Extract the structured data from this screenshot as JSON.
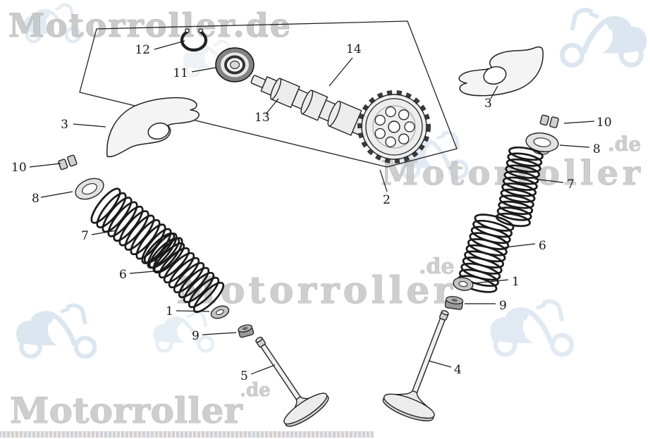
{
  "page": {
    "background": "#ffffff"
  },
  "watermarks": {
    "title_top": "Motorroller.de",
    "brand": "Motorroller",
    "suffix": ".de",
    "text_color": "#c6c6c6",
    "outline_color": "#9a9a9a",
    "scooter_color": "#b9cfe3"
  },
  "diagram": {
    "line_color": "#1c1c1c",
    "labels": {
      "n1": "1",
      "n2": "2",
      "n3": "3",
      "n4": "4",
      "n5": "5",
      "n6": "6",
      "n7": "7",
      "n8": "8",
      "n9": "9",
      "n10": "10",
      "n11": "11",
      "n12": "12",
      "n13": "13",
      "n14": "14"
    }
  }
}
